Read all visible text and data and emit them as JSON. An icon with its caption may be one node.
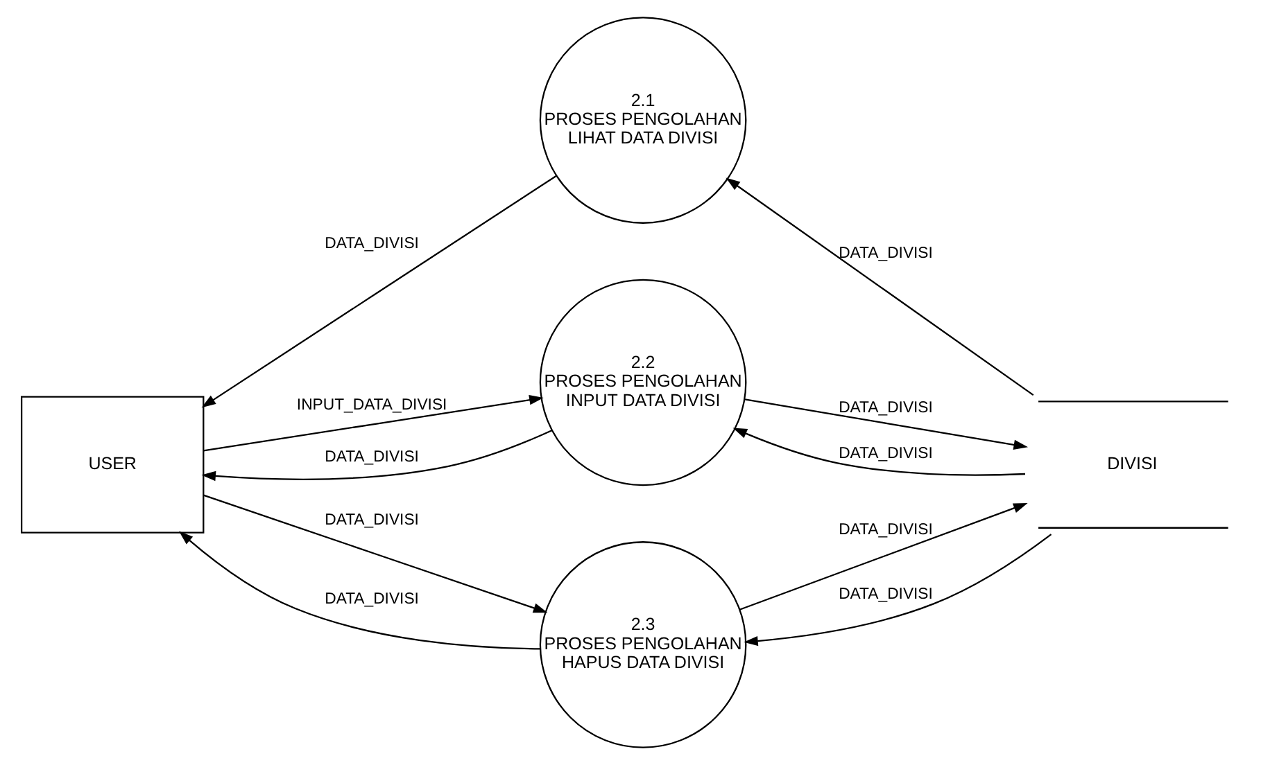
{
  "diagram": {
    "nodes": [
      {
        "text": [
          "2.1",
          "PROSES PENGOLAHAN LIHAT DATA DIVISI"
        ]
      },
      {
        "text": [
          "2.2",
          "PROSES PENGOLAHAN INPUT DATA DIVISI"
        ]
      },
      {
        "text": [
          "USER"
        ]
      },
      {
        "text": [
          "DIVISI"
        ]
      },
      {
        "text": [
          "2.3",
          "PROSES PENGOLAHAN HAPUS DATA DIVISI"
        ]
      }
    ],
    "edges": [
      {
        "from": 0,
        "to": 2,
        "arrow": "to",
        "label": "DATA_DIVISI"
      },
      {
        "from": 3,
        "to": 0,
        "arrow": "to",
        "label": "DATA_DIVISI"
      },
      {
        "from": 2,
        "to": 1,
        "arrow": "to",
        "label": "INPUT_DATA_DIVISI"
      },
      {
        "from": 1,
        "to": 3,
        "arrow": "to",
        "label": "DATA_DIVISI"
      },
      {
        "from": 3,
        "to": 1,
        "arrow": "to",
        "label": "DATA_DIVISI"
      },
      {
        "from": 1,
        "to": 2,
        "arrow": "to",
        "label": "DATA_DIVISI"
      },
      {
        "from": 2,
        "to": 4,
        "arrow": "to",
        "label": "DATA_DIVISI"
      },
      {
        "from": 4,
        "to": 3,
        "arrow": "to",
        "label": "DATA_DIVISI"
      },
      {
        "from": 3,
        "to": 4,
        "arrow": "to",
        "label": "DATA_DIVISI"
      },
      {
        "from": 4,
        "to": 2,
        "arrow": "to",
        "label": "DATA_DIVISI"
      }
    ]
  }
}
